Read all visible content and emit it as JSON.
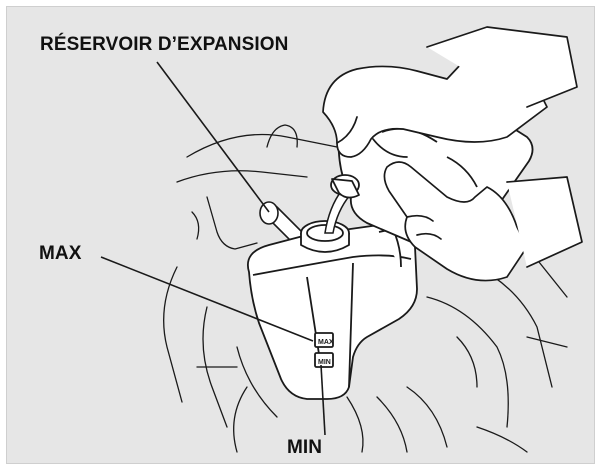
{
  "labels": {
    "reservoir": "RÉSERVOIR D’EXPANSION",
    "max": "MAX",
    "min": "MIN"
  },
  "tank_marks": {
    "max_mark": "MAX",
    "min_mark": "MIN"
  },
  "colors": {
    "background": "#e6e6e6",
    "line": "#1a1a1a",
    "fill": "#ffffff"
  }
}
